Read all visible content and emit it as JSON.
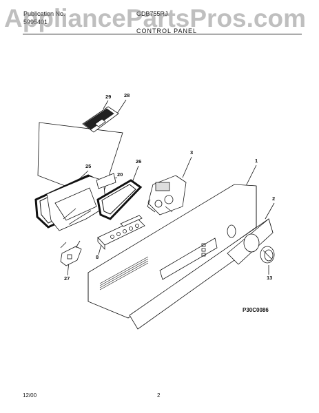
{
  "header": {
    "publication_label": "Publication No.",
    "publication_number": "5995401",
    "model": "GDB755RJ",
    "section_title": "CONTROL PANEL"
  },
  "watermark": "AppliancePartsPros.com",
  "callouts": [
    "29",
    "28",
    "3",
    "1",
    "25",
    "26",
    "20",
    "2",
    "8",
    "27",
    "13"
  ],
  "diagram_code": "P30C0086",
  "footer": {
    "date": "12/00",
    "page": "2"
  }
}
